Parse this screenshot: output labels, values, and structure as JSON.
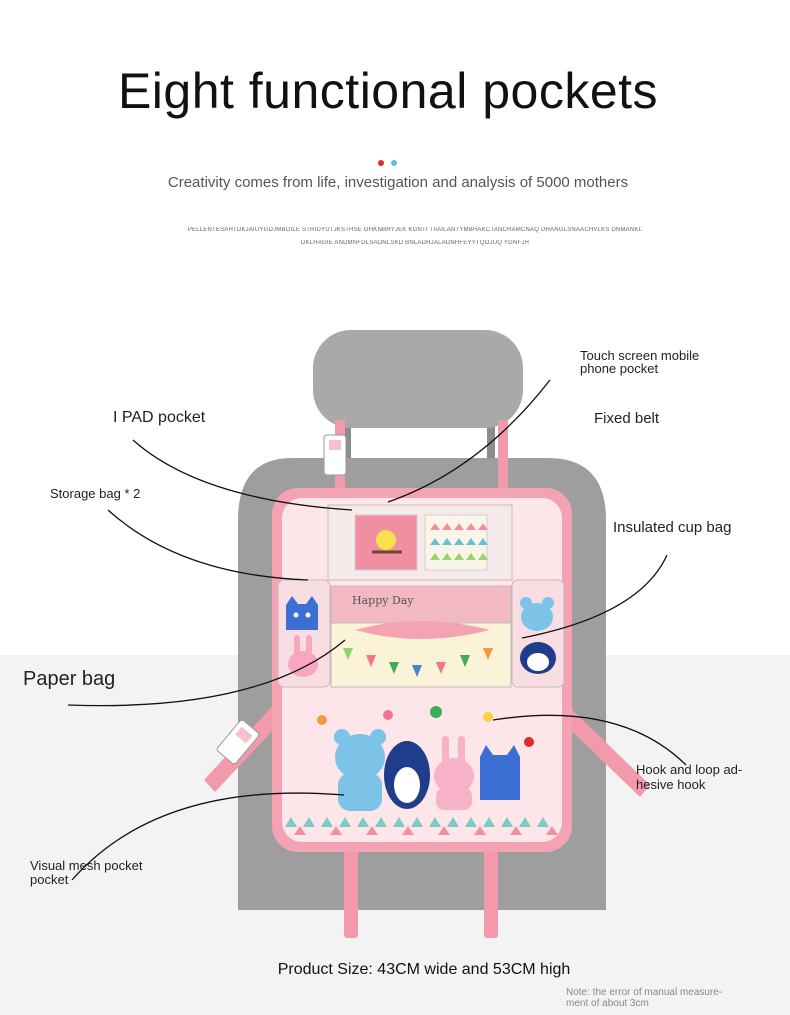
{
  "title": "Eight functional pockets",
  "subtitle": "Creativity comes from life, investigation and analysis of 5000 mothers",
  "decor_text": {
    "line1": "PELLENTESAHTDKJAIUYGDJMBOILE STRIDYUTJKSTHSE GHKNBHYJEK KGNTI TIIAILANTYMBHAKCTANCHAMCNAQ DHANGLSNAACHVLKS DNMANKL",
    "line2": "DKLHAGIE ANDMNFDLSADNLSKD BNLADHJALADNHFEYYTQOJUQ YGNFJH"
  },
  "colors": {
    "accent_red": "#e02a2a",
    "accent_blue": "#5bc2e7",
    "seat_gray": "#9a9a9a",
    "organizer_pink": "#f2a9b7"
  },
  "labels": {
    "touch_screen": "Touch screen mobile phone pocket",
    "touch_screen_l1": "Touch screen mobile",
    "touch_screen_l2": "phone pocket",
    "ipad": "I PAD pocket",
    "fixed_belt": "Fixed belt",
    "storage_bag": "Storage bag * 2",
    "insulated_cup": "Insulated cup bag",
    "paper_bag": "Paper bag",
    "hook_loop_l1": "Hook and loop ad-",
    "hook_loop_l2": "hesive hook",
    "mesh_l1": "Visual mesh pocket",
    "mesh_l2": "pocket"
  },
  "product": {
    "happy_day": "Happy Day",
    "size": "Product Size: 43CM wide and 53CM high"
  },
  "note": {
    "line1": "Note: the error of manual measure-",
    "line2": "ment of about 3cm"
  }
}
